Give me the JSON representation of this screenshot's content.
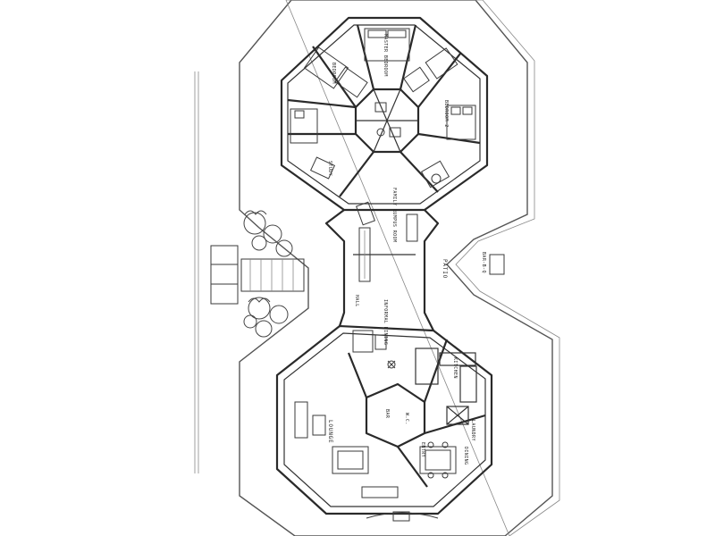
{
  "drawing": {
    "rooms": {
      "master_bedroom": "MASTER BEDROOM",
      "bedroom": "BEDROOM",
      "bedroom_2": "BEDROOM 2",
      "study": "STUDY",
      "family_rumpus": "FAMILY RUMPUS ROOM",
      "patio": "PATIO",
      "bar_b_q": "BAR-B-Q",
      "hall": "HALL",
      "informal_dining": "INFORMAL DINING",
      "lounge": "LOUNGE",
      "kitchen": "KITCHEN",
      "dining": "DINING",
      "bar": "BAR",
      "laundry": "LAUNDRY",
      "entry": "ENTRY",
      "wc": "W.C."
    }
  }
}
